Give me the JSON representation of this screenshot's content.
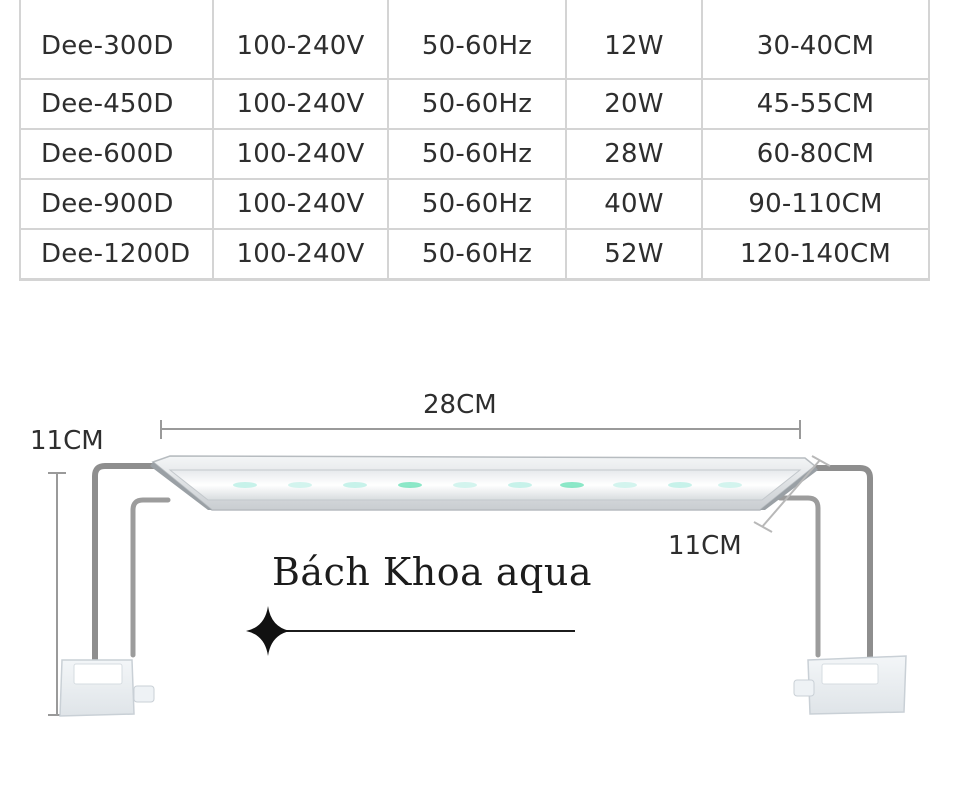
{
  "spec_table": {
    "rows": [
      [
        "Dee-300D",
        "100-240V",
        "50-60Hz",
        "12W",
        "30-40CM"
      ],
      [
        "Dee-450D",
        "100-240V",
        "50-60Hz",
        "20W",
        "45-55CM"
      ],
      [
        "Dee-600D",
        "100-240V",
        "50-60Hz",
        "28W",
        "60-80CM"
      ],
      [
        "Dee-900D",
        "100-240V",
        "50-60Hz",
        "40W",
        "90-110CM"
      ],
      [
        "Dee-1200D",
        "100-240V",
        "50-60Hz",
        "52W",
        "120-140CM"
      ]
    ]
  },
  "product": {
    "width_label": "28CM",
    "height_label": "11CM",
    "depth_label": "11CM",
    "brand_text": "Bách Khoa aqua"
  },
  "colors": {
    "text": "#2e2e2e",
    "table_border": "#d4d4d4",
    "led_green": "#3fd9a4",
    "frame_steel": "#a8a8a8"
  }
}
